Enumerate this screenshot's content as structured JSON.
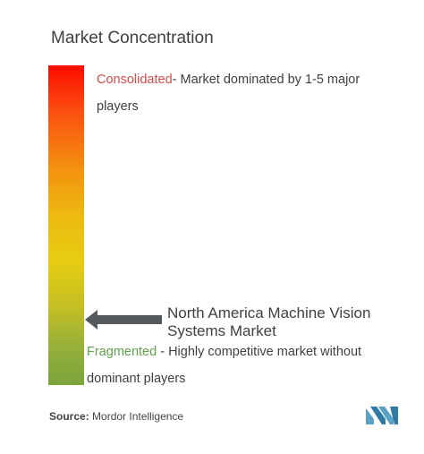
{
  "title": "Market Concentration",
  "consolidated": {
    "label": "Consolidated",
    "line1": "- Market dominated  by 1-5 major",
    "line2": "players"
  },
  "fragmented": {
    "label": "Fragmented",
    "line1": " - Highly competitive  market without",
    "line2": "dominant  players"
  },
  "market": {
    "line1": "North America Machine Vision",
    "line2": "Systems Market"
  },
  "source": {
    "label": "Source:",
    "value": "Mordor Intelligence"
  },
  "colors": {
    "scale_top": "#fe0a00",
    "scale_mid": "#ecbc10",
    "scale_bottom": "#7aa43c",
    "consolidated_text": "#d24c4c",
    "fragmented_text": "#5fa04a",
    "arrow": "#555a5f",
    "logo": "#5ba3c6"
  },
  "icons": {
    "arrow": "left-arrow-icon",
    "logo": "mordor-intelligence-logo"
  }
}
